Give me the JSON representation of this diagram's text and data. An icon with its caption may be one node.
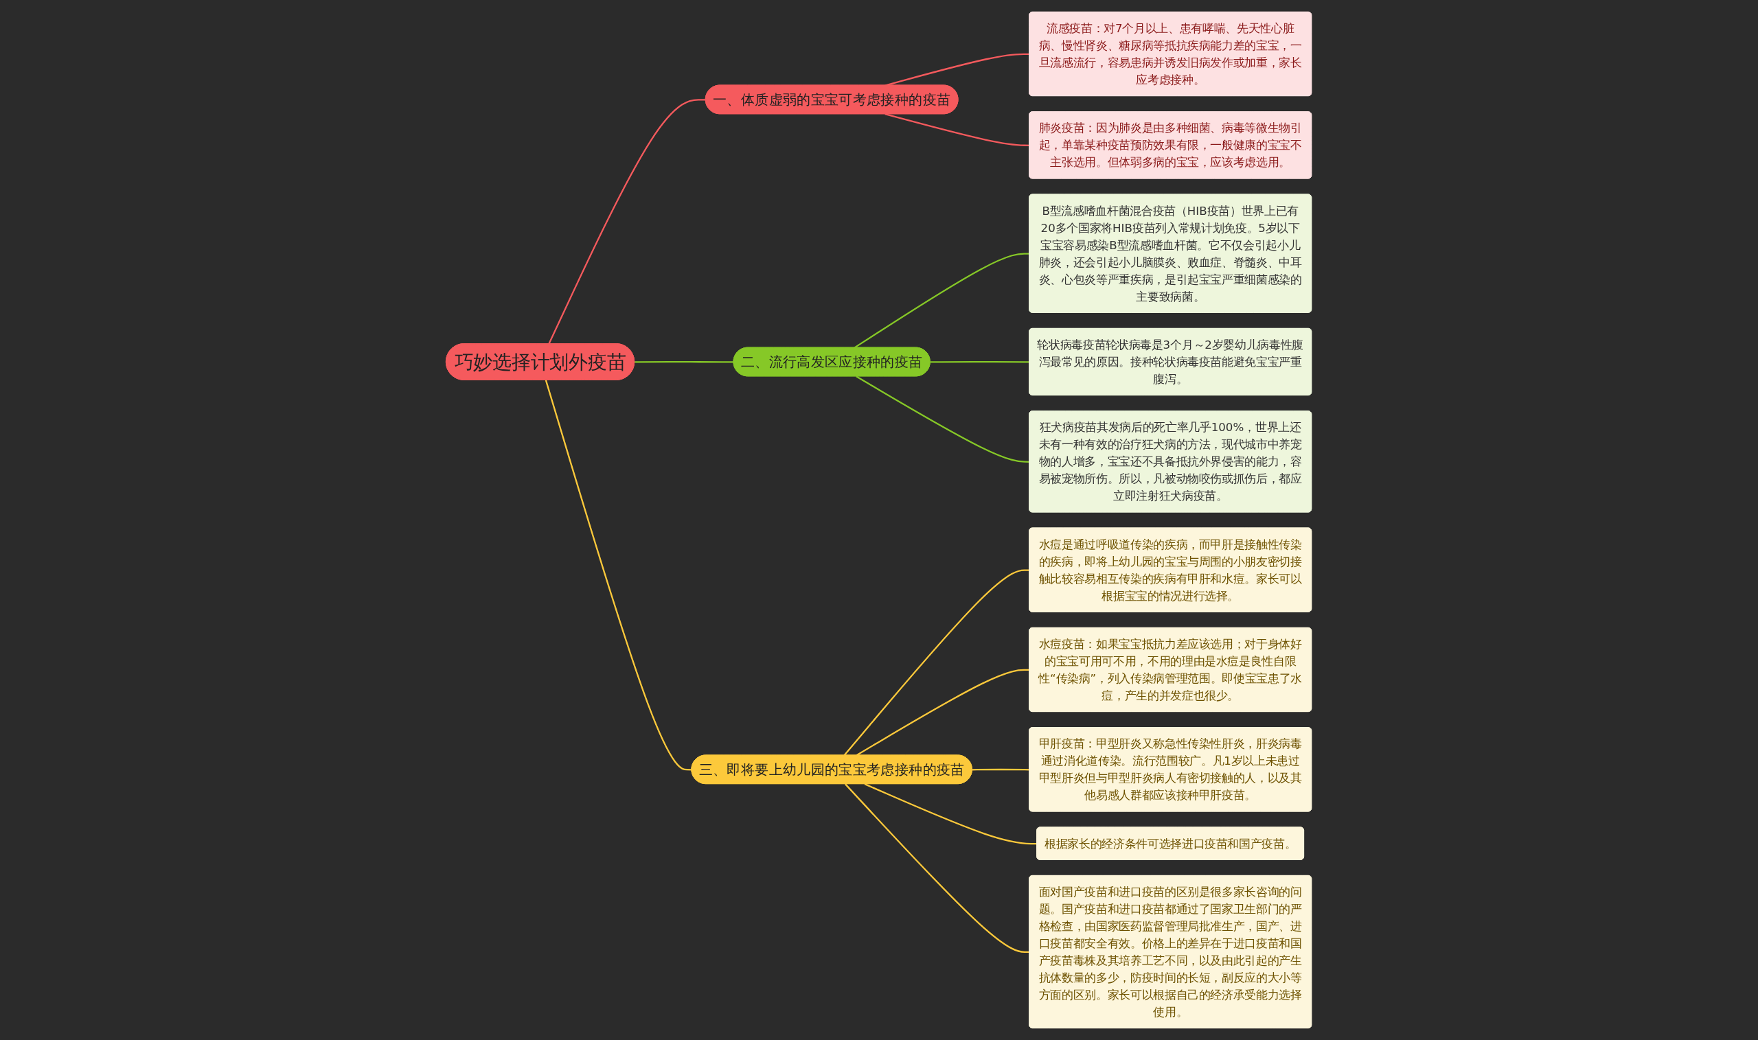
{
  "diagram": {
    "nodes": [
      {
        "text": [
          "巧妙选择计划外疫苗"
        ]
      },
      {
        "text": [
          "一、体质虚弱的宝宝可考虑接种的疫苗"
        ]
      },
      {
        "text": [
          "流感疫苗：对7个月以上、患有哮喘、先天性心脏病、慢性肾炎、糖尿病等抵抗疾病能力差的宝宝，一旦流感流行，容易患病并诱发旧病发作或加重，家长应考虑接种。"
        ]
      },
      {
        "text": [
          "肺炎疫苗：因为肺炎是由多种细菌、病毒等微生物引起，单靠某种疫苗预防效果有限，一般健康的宝宝不主张选用。但体弱多病的宝宝，应该考虑选用。"
        ]
      },
      {
        "text": [
          "二、流行高发区应接种的疫苗"
        ]
      },
      {
        "text": [
          "B型流感嗜血杆菌混合疫苗（HIB疫苗）世界上已有20多个国家将HIB疫苗列入常规计划免疫。5岁以下宝宝容易感染B型流感嗜血杆菌。它不仅会引起小儿肺炎，还会引起小儿脑膜炎、败血症、脊髓炎、中耳炎、心包炎等严重疾病，是引起宝宝严重细菌感染的主要致病菌。"
        ]
      },
      {
        "text": [
          "轮状病毒疫苗轮状病毒是3个月～2岁婴幼儿病毒性腹泻最常见的原因。接种轮状病毒疫苗能避免宝宝严重腹泻。"
        ]
      },
      {
        "text": [
          "狂犬病疫苗其发病后的死亡率几乎100%，世界上还未有一种有效的治疗狂犬病的方法，现代城市中养宠物的人增多，宝宝还不具备抵抗外界侵害的能力，容易被宠物所伤。所以，凡被动物咬伤或抓伤后，都应立即注射狂犬病疫苗。"
        ]
      },
      {
        "text": [
          "三、即将要上幼儿园的宝宝考虑接种的疫苗"
        ]
      },
      {
        "text": [
          "水痘是通过呼吸道传染的疾病，而甲肝是接触性传染的疾病，即将上幼儿园的宝宝与周围的小朋友密切接触比较容易相互传染的疾病有甲肝和水痘。家长可以根据宝宝的情况进行选择。"
        ]
      },
      {
        "text": [
          "水痘疫苗：如果宝宝抵抗力差应该选用；对于身体好的宝宝可用可不用，不用的理由是水痘是良性自限性“传染病”，列入传染病管理范围。即使宝宝患了水痘，产生的并发症也很少。"
        ]
      },
      {
        "text": [
          "甲肝疫苗：甲型肝炎又称急性传染性肝炎，肝炎病毒通过消化道传染。流行范围较广。凡1岁以上未患过甲型肝炎但与甲型肝炎病人有密切接触的人，以及其他易感人群都应该接种甲肝疫苗。"
        ]
      },
      {
        "text": [
          "根据家长的经济条件可选择进口疫苗和国产疫苗。"
        ]
      },
      {
        "text": [
          "面对国产疫苗和进口疫苗的区别是很多家长咨询的问题。国产疫苗和进口疫苗都通过了国家卫生部门的严格检查，由国家医药监督管理局批准生产，国产、进口疫苗都安全有效。价格上的差异在于进口疫苗和国产疫苗毒株及其培养工艺不同，以及由此引起的产生抗体数量的多少，防疫时间的长短，副反应的大小等方面的区别。家长可以根据自己的经济承受能力选择使用。"
        ]
      }
    ],
    "edges": [
      {
        "from": 0,
        "to": 1,
        "arrow": "none",
        "color": "#f55a5d"
      },
      {
        "from": 1,
        "to": 2,
        "arrow": "none",
        "color": "#f55a5d"
      },
      {
        "from": 1,
        "to": 3,
        "arrow": "none",
        "color": "#f55a5d"
      },
      {
        "from": 0,
        "to": 4,
        "arrow": "none",
        "color": "#86c827"
      },
      {
        "from": 4,
        "to": 5,
        "arrow": "none",
        "color": "#86c827"
      },
      {
        "from": 4,
        "to": 6,
        "arrow": "none",
        "color": "#86c827"
      },
      {
        "from": 4,
        "to": 7,
        "arrow": "none",
        "color": "#86c827"
      },
      {
        "from": 0,
        "to": 8,
        "arrow": "none"
      },
      {
        "from": 8,
        "to": 9,
        "arrow": "none"
      },
      {
        "from": 8,
        "to": 10,
        "arrow": "none"
      },
      {
        "from": 8,
        "to": 11,
        "arrow": "none"
      },
      {
        "from": 8,
        "to": 12,
        "arrow": "none"
      },
      {
        "from": 8,
        "to": 13,
        "arrow": "none"
      }
    ]
  }
}
